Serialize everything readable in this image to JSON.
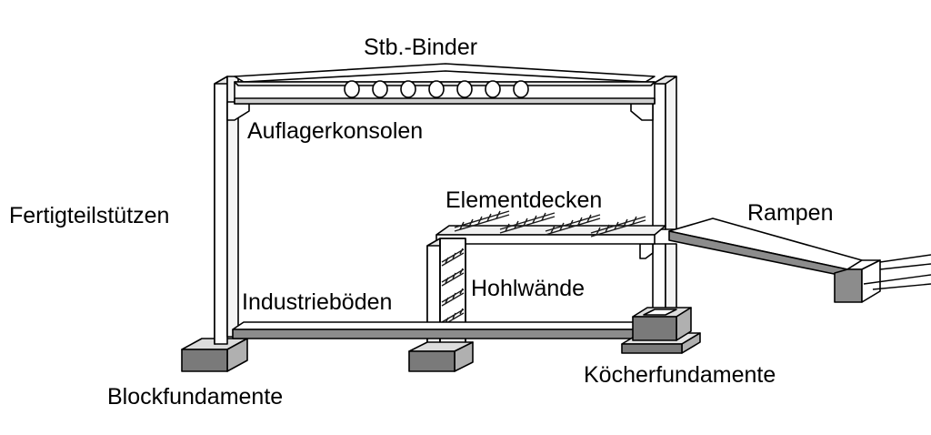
{
  "labels": {
    "binder": "Stb.-Binder",
    "konsolen": "Auflagerkonsolen",
    "stuetzen": "Fertigteilstützen",
    "elementdecken": "Elementdecken",
    "rampen": "Rampen",
    "hohlwaende": "Hohlwände",
    "industrieboeden": "Industrieböden",
    "blockfundamente": "Blockfundamente",
    "koecherfundamente": "Köcherfundamente"
  },
  "colors": {
    "line": "#000000",
    "concrete": "#ffffff",
    "foundation": "#7a7a7a",
    "slab": "#8c8c8c",
    "rebar": "#1a1a1a"
  }
}
